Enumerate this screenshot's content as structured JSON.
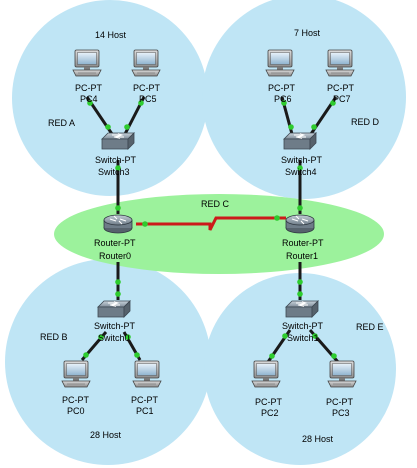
{
  "colors": {
    "lan_zone": "#bfe5f5",
    "wan_zone": "#9cf29c",
    "link_lan": "#1a1a1a",
    "link_wan": "#cc1a1a",
    "link_light": "#2ecc2e"
  },
  "zones": {
    "red_a": {
      "label": "RED A",
      "hosts": "14 Host"
    },
    "red_d": {
      "label": "RED D",
      "hosts": "7 Host"
    },
    "red_b": {
      "label": "RED B",
      "hosts": "28 Host"
    },
    "red_e": {
      "label": "RED E",
      "hosts": "28 Host"
    },
    "red_c": {
      "label": "RED C"
    }
  },
  "devices": {
    "pc4": {
      "type": "PC-PT",
      "name": "PC4",
      "icon": "pc-icon"
    },
    "pc5": {
      "type": "PC-PT",
      "name": "PC5",
      "icon": "pc-icon"
    },
    "pc6": {
      "type": "PC-PT",
      "name": "PC6",
      "icon": "pc-icon"
    },
    "pc7": {
      "type": "PC-PT",
      "name": "PC7",
      "icon": "pc-icon"
    },
    "pc0": {
      "type": "PC-PT",
      "name": "PC0",
      "icon": "pc-icon"
    },
    "pc1": {
      "type": "PC-PT",
      "name": "PC1",
      "icon": "pc-icon"
    },
    "pc2": {
      "type": "PC-PT",
      "name": "PC2",
      "icon": "pc-icon"
    },
    "pc3": {
      "type": "PC-PT",
      "name": "PC3",
      "icon": "pc-icon"
    },
    "switch3": {
      "type": "Switch-PT",
      "name": "Switch3",
      "icon": "switch-icon"
    },
    "switch4": {
      "type": "Switch-PT",
      "name": "Switch4",
      "icon": "switch-icon"
    },
    "switch0": {
      "type": "Switch-PT",
      "name": "Switch0",
      "icon": "switch-icon"
    },
    "switch1": {
      "type": "Switch-PT",
      "name": "Switch1",
      "icon": "switch-icon"
    },
    "router0": {
      "type": "Router-PT",
      "name": "Router0",
      "icon": "router-icon"
    },
    "router1": {
      "type": "Router-PT",
      "name": "Router1",
      "icon": "router-icon"
    }
  }
}
